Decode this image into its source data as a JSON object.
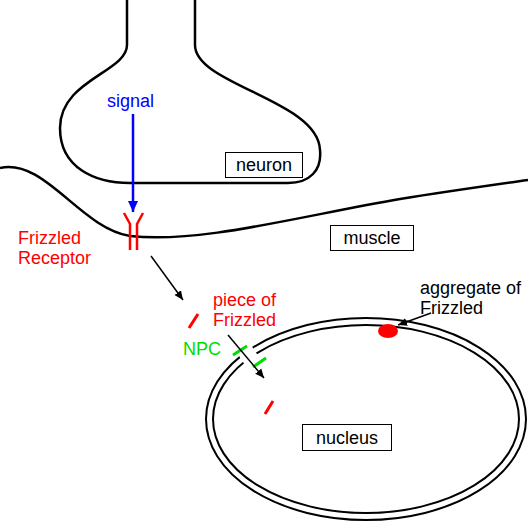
{
  "diagram": {
    "nodes": [
      {
        "text": [
          "neuron"
        ]
      },
      {
        "text": [
          "muscle"
        ]
      },
      {
        "text": [
          "nucleus"
        ]
      }
    ],
    "labels": [
      "signal",
      "Frizzled Receptor",
      "piece of Frizzled",
      "NPC",
      "aggregate of Frizzled"
    ]
  }
}
